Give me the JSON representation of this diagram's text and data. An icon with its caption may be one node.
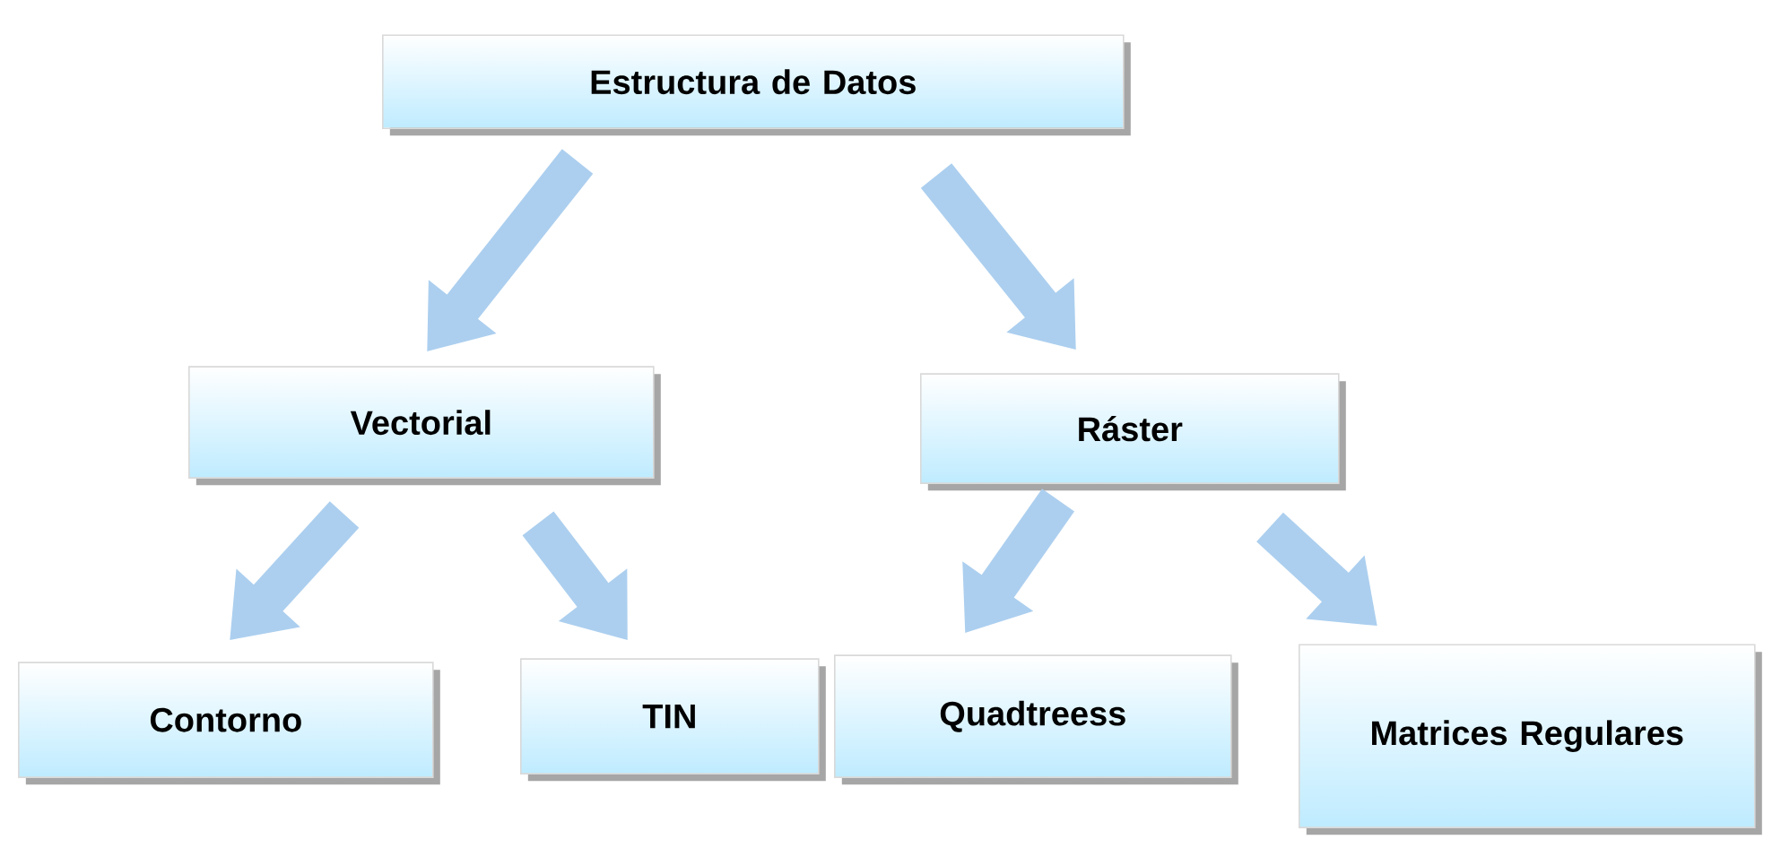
{
  "diagram": {
    "nodes": [
      {
        "text": [
          "Estructura de Datos"
        ]
      },
      {
        "text": [
          "Vectorial"
        ]
      },
      {
        "text": [
          "Ráster"
        ]
      },
      {
        "text": [
          "Contorno"
        ]
      },
      {
        "text": [
          "TIN"
        ]
      },
      {
        "text": [
          "Quadtreess"
        ]
      },
      {
        "text": [
          "Matrices Regulares"
        ]
      }
    ],
    "edges": [
      {
        "from": 0,
        "to": 1,
        "arrow": "to"
      },
      {
        "from": 0,
        "to": 2,
        "arrow": "to"
      },
      {
        "from": 1,
        "to": 3,
        "arrow": "to"
      },
      {
        "from": 1,
        "to": 4,
        "arrow": "to"
      },
      {
        "from": 2,
        "to": 5,
        "arrow": "to"
      },
      {
        "from": 2,
        "to": 6,
        "arrow": "to"
      }
    ]
  }
}
